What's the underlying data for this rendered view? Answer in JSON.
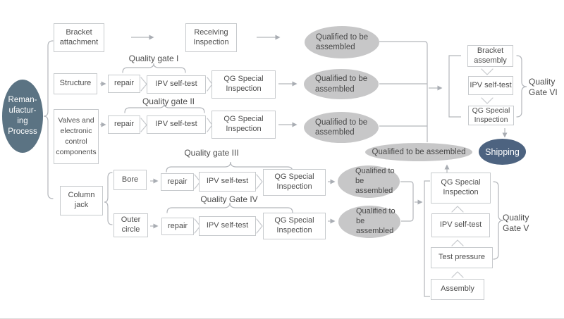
{
  "colors": {
    "process_fill": "#5b7383",
    "shipping_fill": "#4d6380",
    "qualified_fill": "#c7c7c8",
    "box_border": "#c7cacd",
    "connector": "#b3b6bb",
    "text": "#4d4d4d"
  },
  "diagram": {
    "start": {
      "lines": [
        "Reman-",
        "ufactur-",
        "ing",
        "Process"
      ]
    },
    "row1": {
      "source": "Bracket attachment",
      "inspection": "Receiving Inspection",
      "result": "Qualified to be assembled"
    },
    "row2": {
      "gate": "Quality gate I",
      "source": "Structure",
      "repair": "repair",
      "self_test": "IPV self-test",
      "inspection": "QG Special Inspection",
      "result": "Qualified to be assembled"
    },
    "row3": {
      "gate": "Quality gate II",
      "source": "Valves and electronic control components",
      "repair": "repair",
      "self_test": "IPV self-test",
      "inspection": "QG Special Inspection",
      "result": "Qualified to be assembled"
    },
    "column_jack": {
      "label": "Column jack"
    },
    "row4": {
      "gate": "Quality gate III",
      "source": "Bore",
      "repair": "repair",
      "self_test": "IPV self-test",
      "inspection": "QG Special Inspection",
      "result": "Qualified to be assembled"
    },
    "row5": {
      "gate": "Quality Gate IV",
      "source": "Outer circle",
      "repair": "repair",
      "self_test": "IPV self-test",
      "inspection": "QG Special Inspection",
      "result": "Qualified to be assembled"
    },
    "gate6": {
      "label_lines": [
        "Quality",
        "Gate VI"
      ],
      "steps": [
        "Bracket assembly",
        "IPV self-test",
        "QG Special Inspection"
      ]
    },
    "gate5": {
      "label_lines": [
        "Quality",
        "Gate V"
      ],
      "steps": [
        "QG Special Inspection",
        "IPV self-test",
        "Test pressure",
        "Assembly"
      ]
    },
    "final_result": "Qualified to be assembled",
    "shipping": "Shipping"
  }
}
